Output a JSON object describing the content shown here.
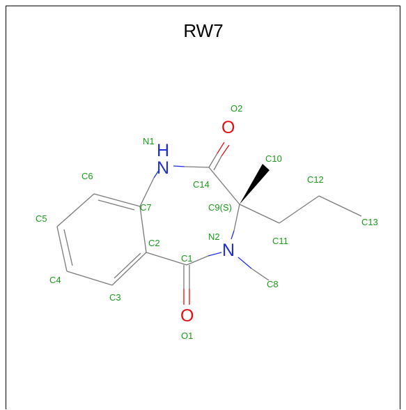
{
  "title": "RW7",
  "colors": {
    "atom_label": "#1a9a1a",
    "nitrogen": "#1f2fd8",
    "oxygen": "#e01010",
    "bond": "#7a7a7a",
    "wedge": "#000000",
    "title": "#000000"
  },
  "elements": {
    "n1": "H",
    "n1_n": "N",
    "n2": "N",
    "o1": "O",
    "o2": "O"
  },
  "atom_labels": {
    "n1": "N1",
    "n2": "N2",
    "o1": "O1",
    "o2": "O2",
    "c1": "C1",
    "c2": "C2",
    "c3": "C3",
    "c4": "C4",
    "c5": "C5",
    "c6": "C6",
    "c7": "C7",
    "c8": "C8",
    "c9": "C9(S)",
    "c10": "C10",
    "c11": "C11",
    "c12": "C12",
    "c13": "C13",
    "c14": "C14"
  }
}
